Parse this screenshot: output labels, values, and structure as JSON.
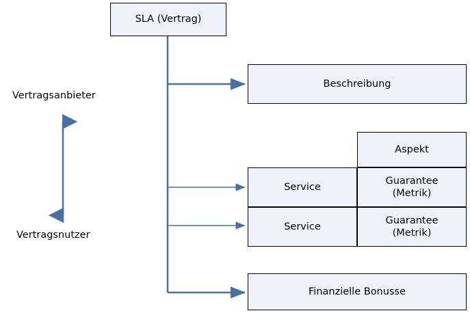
{
  "diagram": {
    "title_node": {
      "label": "SLA (Vertrag)"
    },
    "left_labels": [
      {
        "name": "provider",
        "text": "Vertragsanbieter"
      },
      {
        "name": "consumer",
        "text": "Vertragsnutzer"
      }
    ],
    "nodes": [
      {
        "name": "beschreibung",
        "label": "Beschreibung"
      },
      {
        "name": "aspekt",
        "label": "Aspekt"
      },
      {
        "name": "service-1",
        "label": "Service"
      },
      {
        "name": "guarantee-1",
        "label": "Guarantee\n(Metrik)"
      },
      {
        "name": "service-2",
        "label": "Service"
      },
      {
        "name": "guarantee-2",
        "label": "Guarantee\n(Metrik)"
      },
      {
        "name": "finanzielle-bonusse",
        "label": "Finanzielle Bonusse"
      }
    ],
    "colors": {
      "node_fill": "#eef3fb",
      "node_border": "#000000",
      "connector": "#4472a8",
      "arrow": "#4472a8",
      "text": "#000000"
    }
  }
}
